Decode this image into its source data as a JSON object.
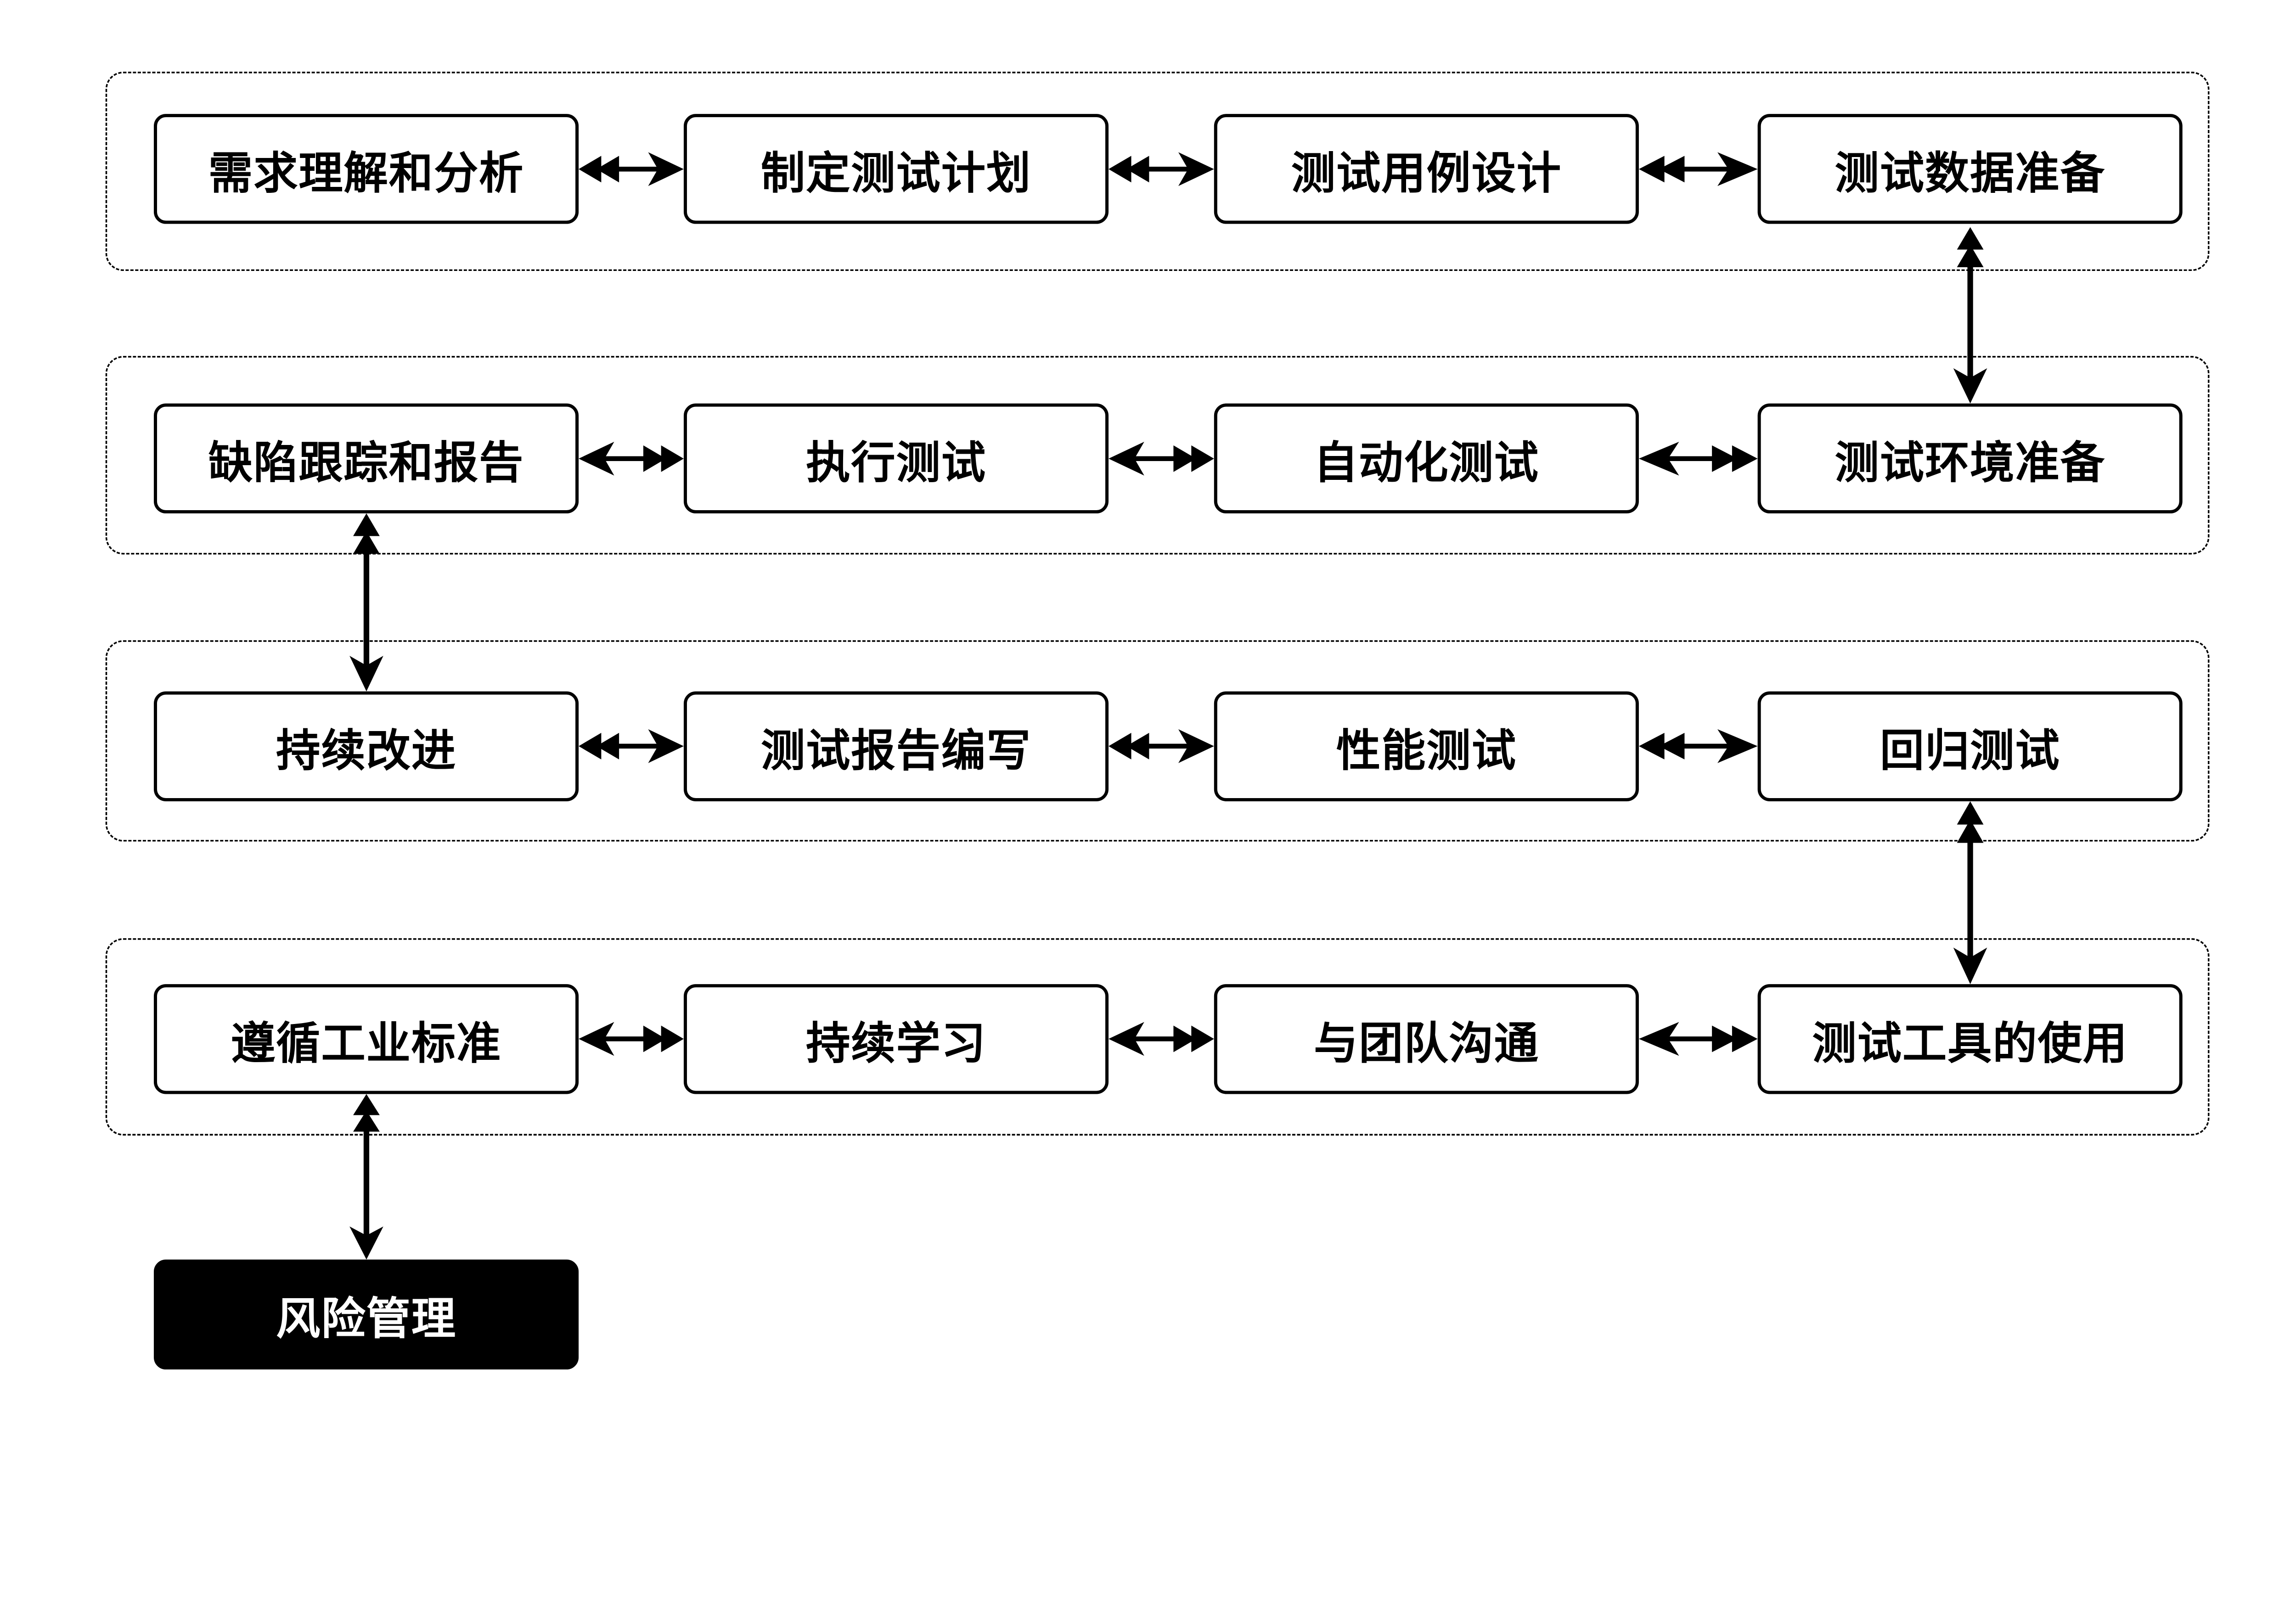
{
  "flowchart": {
    "background": "#ffffff",
    "node_style": {
      "fill": "#ffffff",
      "border": "#000000",
      "text": "#000000"
    },
    "end_node_style": {
      "fill": "#000000",
      "text": "#ffffff"
    },
    "arrow_color": "#000000",
    "rows": [
      {
        "nodes": [
          "需求理解和分析",
          "制定测试计划",
          "测试用例设计",
          "测试数据准备"
        ]
      },
      {
        "nodes": [
          "缺陷跟踪和报告",
          "执行测试",
          "自动化测试",
          "测试环境准备"
        ]
      },
      {
        "nodes": [
          "持续改进",
          "测试报告编写",
          "性能测试",
          "回归测试"
        ]
      },
      {
        "nodes": [
          "遵循工业标准",
          "持续学习",
          "与团队沟通",
          "测试工具的使用"
        ]
      }
    ],
    "end_node": "风险管理",
    "connections": [
      {
        "from": "需求理解和分析",
        "to": "制定测试计划",
        "type": "bidirectional"
      },
      {
        "from": "制定测试计划",
        "to": "测试用例设计",
        "type": "bidirectional"
      },
      {
        "from": "测试用例设计",
        "to": "测试数据准备",
        "type": "bidirectional"
      },
      {
        "from": "测试数据准备",
        "to": "测试环境准备",
        "type": "bidirectional"
      },
      {
        "from": "测试环境准备",
        "to": "自动化测试",
        "type": "bidirectional"
      },
      {
        "from": "自动化测试",
        "to": "执行测试",
        "type": "bidirectional"
      },
      {
        "from": "执行测试",
        "to": "缺陷跟踪和报告",
        "type": "bidirectional"
      },
      {
        "from": "缺陷跟踪和报告",
        "to": "持续改进",
        "type": "bidirectional"
      },
      {
        "from": "持续改进",
        "to": "测试报告编写",
        "type": "bidirectional"
      },
      {
        "from": "测试报告编写",
        "to": "性能测试",
        "type": "bidirectional"
      },
      {
        "from": "性能测试",
        "to": "回归测试",
        "type": "bidirectional"
      },
      {
        "from": "回归测试",
        "to": "测试工具的使用",
        "type": "bidirectional"
      },
      {
        "from": "测试工具的使用",
        "to": "与团队沟通",
        "type": "bidirectional"
      },
      {
        "from": "与团队沟通",
        "to": "持续学习",
        "type": "bidirectional"
      },
      {
        "from": "持续学习",
        "to": "遵循工业标准",
        "type": "bidirectional"
      },
      {
        "from": "遵循工业标准",
        "to": "风险管理",
        "type": "bidirectional"
      }
    ]
  }
}
